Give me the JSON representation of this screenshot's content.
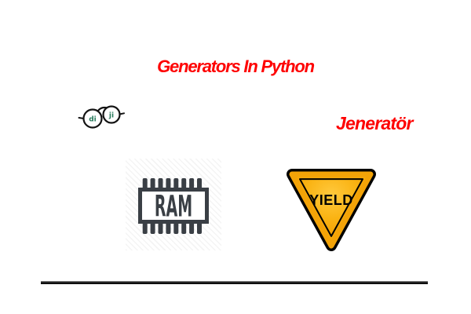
{
  "slide": {
    "background": "#ffffff"
  },
  "title": {
    "text": "Generators In Python",
    "color": "#fe0000"
  },
  "subtitle": {
    "text": "Jeneratör",
    "color": "#fe0000"
  },
  "logo": {
    "left_lens_text": "di",
    "right_lens_text": "ji",
    "lens_text_color": "#26795a",
    "frame_color": "#141414"
  },
  "ram_chip": {
    "label": "RAM",
    "color": "#3a3f45"
  },
  "yield_sign": {
    "label": "YIELD",
    "label_color": "#000000",
    "fill": "#f6a90b",
    "band_fill": "#f3a307",
    "highlight": "#ffc93e",
    "border_color": "#000000"
  },
  "divider": {
    "color": "#111111"
  }
}
